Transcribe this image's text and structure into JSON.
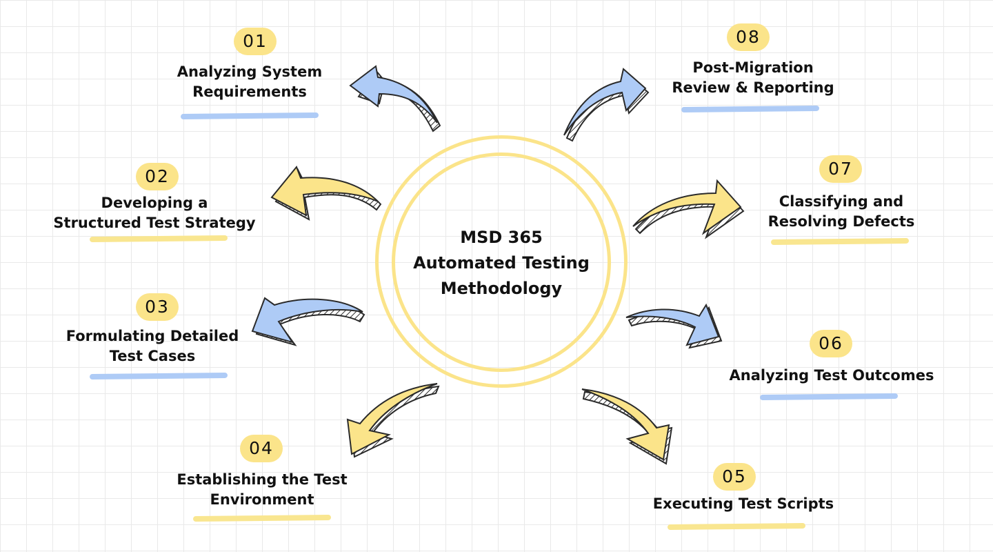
{
  "center": {
    "title": "MSD 365\nAutomated Testing\nMethodology"
  },
  "colors": {
    "yellow": "#fbe48a",
    "blue": "#aecbf6",
    "ring": "#fbe48a",
    "outline": "#2a2a2a"
  },
  "steps": [
    {
      "number": "01",
      "label": "Analyzing System\nRequirements",
      "accent": "blue"
    },
    {
      "number": "02",
      "label": "Developing a\nStructured Test Strategy",
      "accent": "yellow"
    },
    {
      "number": "03",
      "label": "Formulating Detailed\nTest Cases",
      "accent": "blue"
    },
    {
      "number": "04",
      "label": "Establishing the Test\nEnvironment",
      "accent": "yellow"
    },
    {
      "number": "05",
      "label": "Executing Test Scripts",
      "accent": "yellow"
    },
    {
      "number": "06",
      "label": "Analyzing Test Outcomes",
      "accent": "blue"
    },
    {
      "number": "07",
      "label": "Classifying and\nResolving Defects",
      "accent": "yellow"
    },
    {
      "number": "08",
      "label": "Post-Migration\nReview & Reporting",
      "accent": "blue"
    }
  ]
}
